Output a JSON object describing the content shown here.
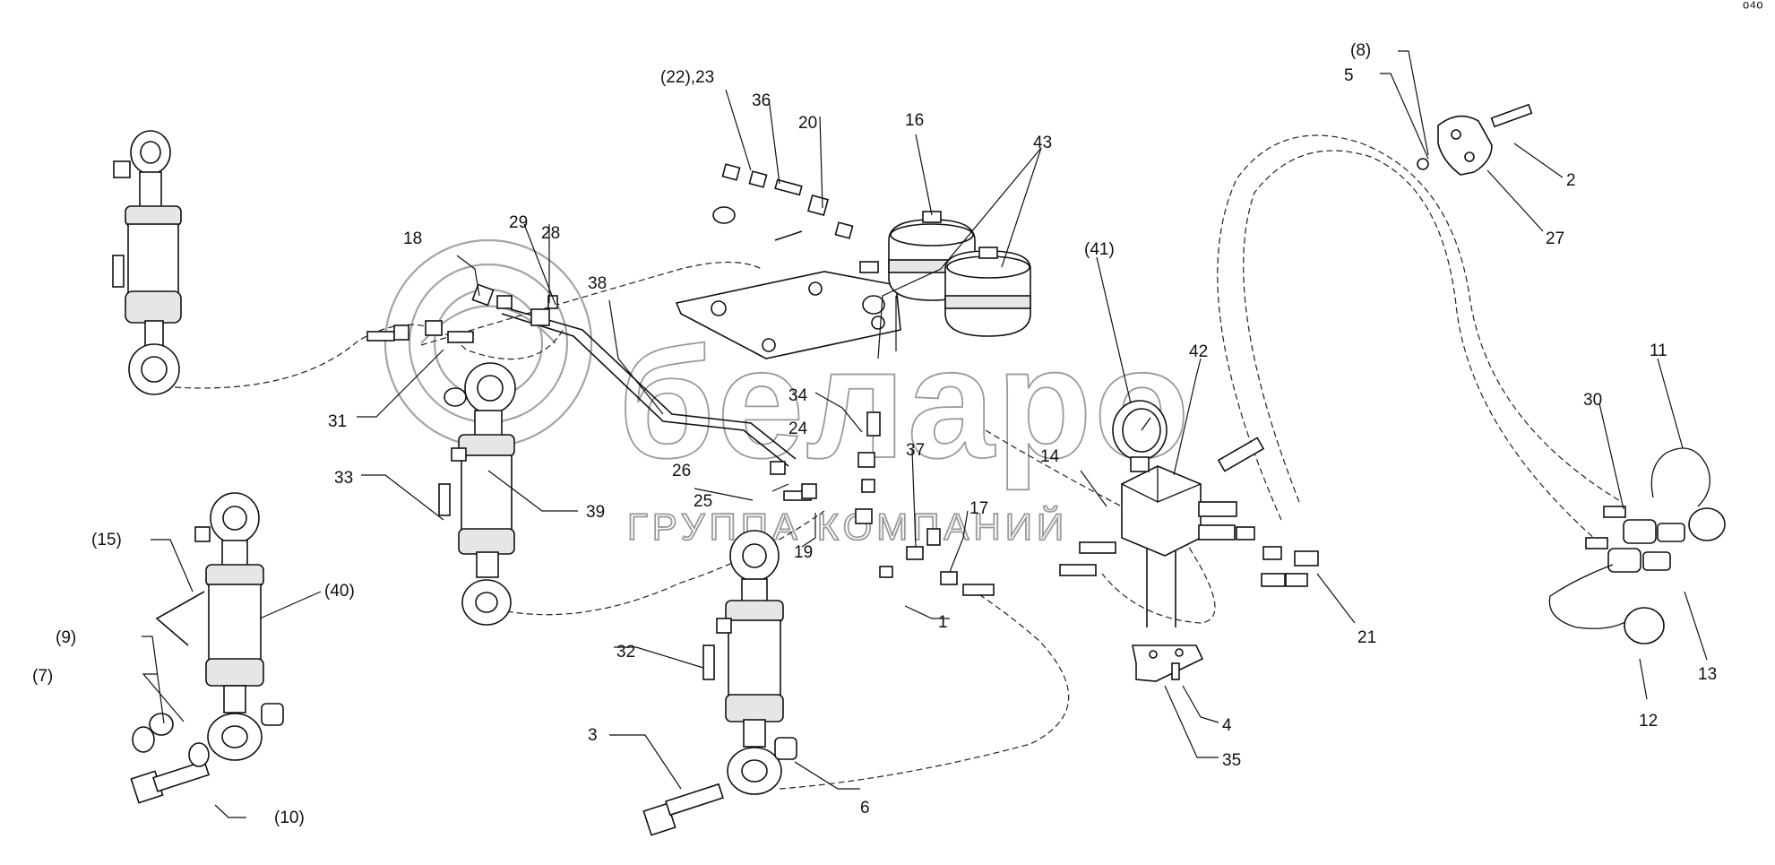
{
  "watermark": {
    "brand": "беларо",
    "tagline": "ГРУППА КОМПАНИЙ",
    "color": "#9a9a9a"
  },
  "corner_mark": "ᵒ⁴ᵒ",
  "callouts": {
    "c1": "1",
    "c2": "2",
    "c3": "3",
    "c4": "4",
    "c5": "5",
    "c6": "6",
    "c7": "(7)",
    "c8": "(8)",
    "c9": "(9)",
    "c10": "(10)",
    "c11": "11",
    "c12": "12",
    "c13": "13",
    "c14": "14",
    "c15": "(15)",
    "c16": "16",
    "c17": "17",
    "c18": "18",
    "c19": "19",
    "c20": "20",
    "c21": "21",
    "c22": "(22),23",
    "c24": "24",
    "c25": "25",
    "c26": "26",
    "c27": "27",
    "c28": "28",
    "c29": "29",
    "c30": "30",
    "c31": "31",
    "c32": "32",
    "c33": "33",
    "c34": "34",
    "c35": "35",
    "c36": "36",
    "c37": "37",
    "c38": "38",
    "c39": "39",
    "c40": "(40)",
    "c41": "(41)",
    "c42": "42",
    "c43": "43"
  }
}
